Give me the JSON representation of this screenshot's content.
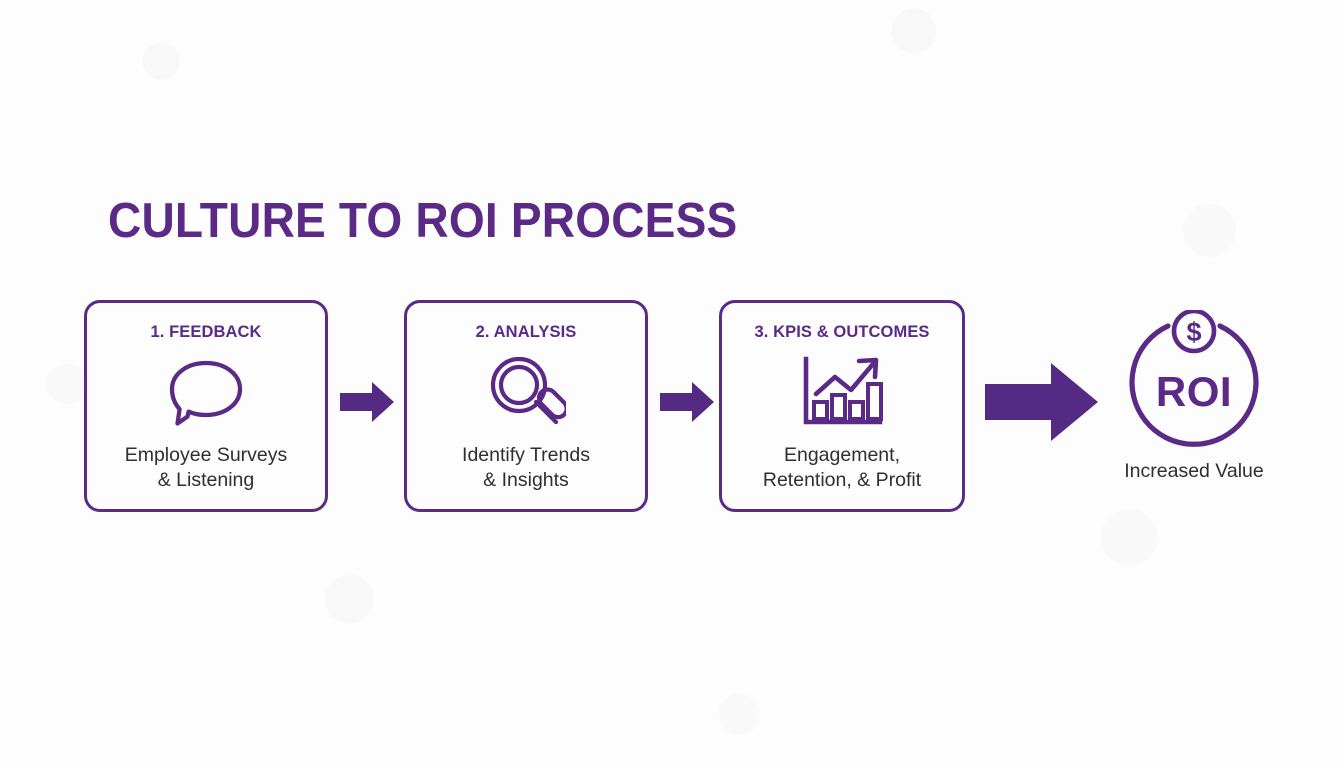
{
  "colors": {
    "purple": "#5a2a86",
    "arrow_fill": "#542A84",
    "text_dark": "#2f2f2f",
    "background": "#fdfdfd"
  },
  "title": "CULTURE TO ROI PROCESS",
  "steps": [
    {
      "heading": "1. FEEDBACK",
      "description": "Employee Surveys\n& Listening",
      "icon": "speech-bubble-icon"
    },
    {
      "heading": "2. ANALYSIS",
      "description": "Identify Trends\n& Insights",
      "icon": "magnifying-glass-icon"
    },
    {
      "heading": "3. KPIS & OUTCOMES",
      "description": "Engagement,\nRetention, & Profit",
      "icon": "bar-chart-growth-icon"
    }
  ],
  "connectors": [
    {
      "name": "arrow-step1-to-step2",
      "icon": "arrow-right-icon"
    },
    {
      "name": "arrow-step2-to-step3",
      "icon": "arrow-right-icon"
    },
    {
      "name": "arrow-step3-to-roi",
      "icon": "arrow-right-large-icon"
    }
  ],
  "outcome": {
    "label": "ROI",
    "caption": "Increased Value",
    "icon": "dollar-coin-icon"
  }
}
